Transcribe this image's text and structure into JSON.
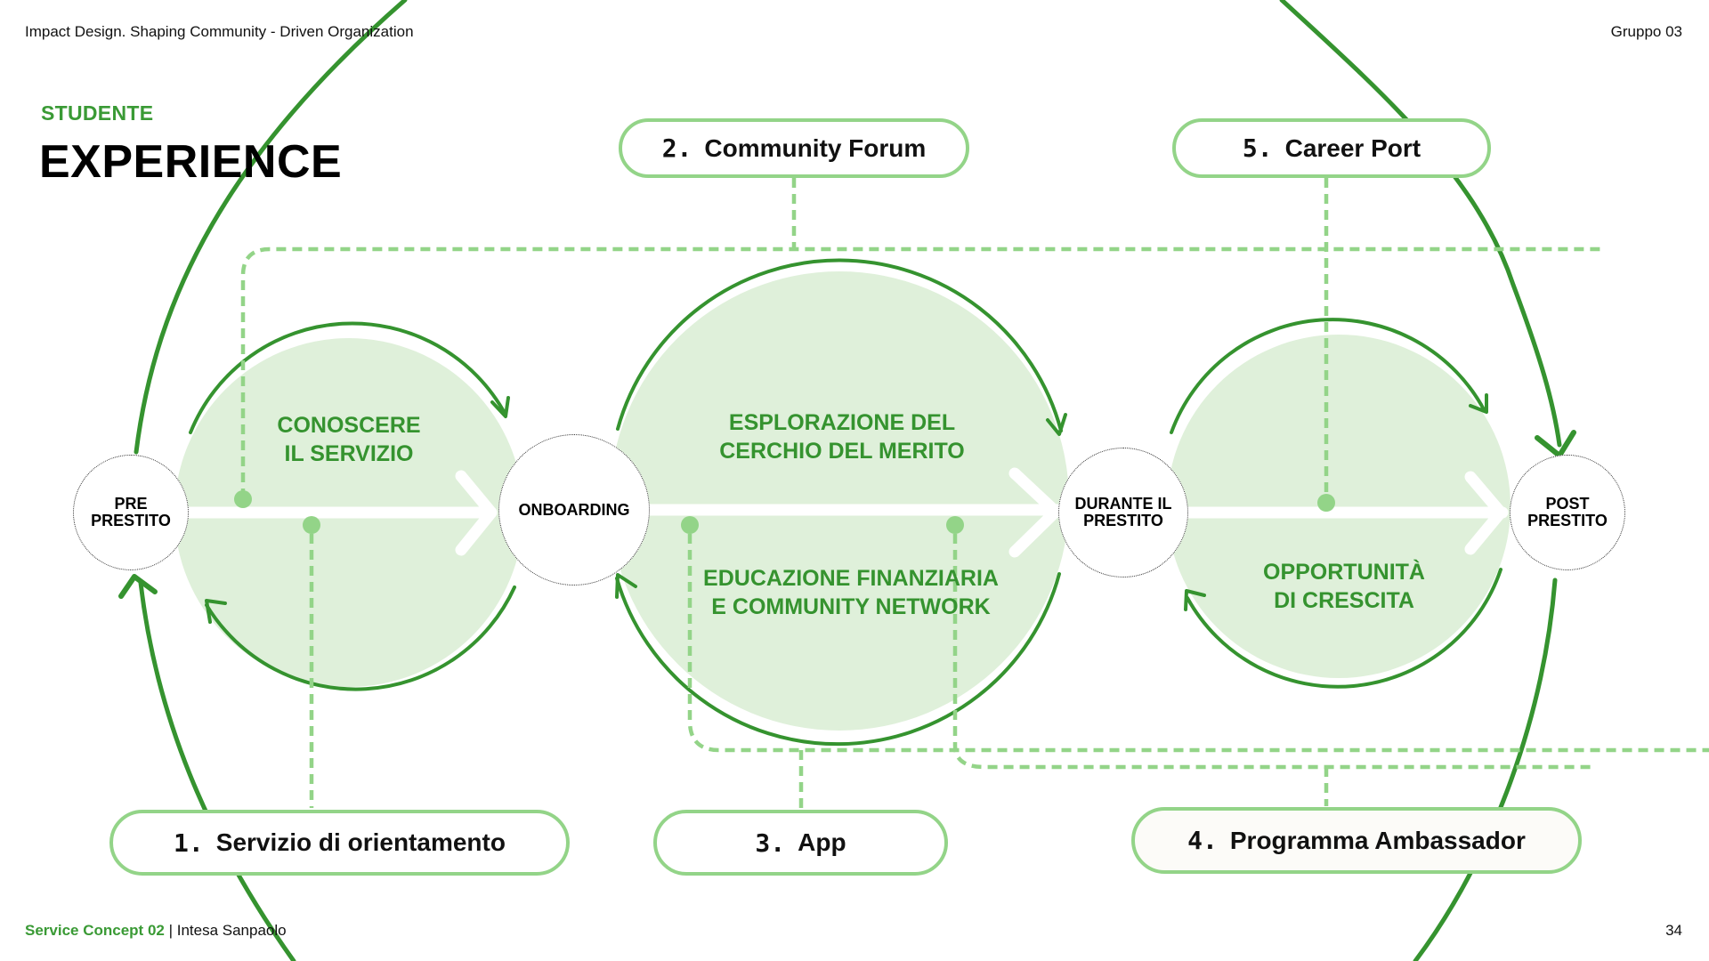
{
  "header": {
    "left_text": "Impact Design. Shaping Community - Driven Organization",
    "right_text": "Gruppo 03"
  },
  "heading": {
    "kicker": "STUDENTE",
    "title": "EXPERIENCE"
  },
  "stages": [
    {
      "id": "pre",
      "lines": [
        "PRE",
        "PRESTITO"
      ]
    },
    {
      "id": "onboarding",
      "lines": [
        "ONBOARDING"
      ]
    },
    {
      "id": "durante",
      "lines": [
        "DURANTE IL",
        "PRESTITO"
      ]
    },
    {
      "id": "post",
      "lines": [
        "POST",
        "PRESTITO"
      ]
    }
  ],
  "phases": [
    {
      "id": "conoscere",
      "lines": [
        "CONOSCERE",
        "IL SERVIZIO"
      ]
    },
    {
      "id": "esplorazione",
      "lines": [
        "ESPLORAZIONE DEL",
        "CERCHIO DEL MERITO"
      ]
    },
    {
      "id": "educazione",
      "lines": [
        "EDUCAZIONE FINANZIARIA",
        "E COMMUNITY NETWORK"
      ]
    },
    {
      "id": "opportunita",
      "lines": [
        "OPPORTUNITÀ",
        "DI CRESCITA"
      ]
    }
  ],
  "touchpoints": [
    {
      "number": "1.",
      "label": "Servizio di orientamento"
    },
    {
      "number": "2.",
      "label": "Community Forum"
    },
    {
      "number": "3.",
      "label": "App"
    },
    {
      "number": "4.",
      "label": "Programma Ambassador"
    },
    {
      "number": "5.",
      "label": "Career Port"
    }
  ],
  "footer": {
    "brand": "Service Concept 02",
    "separator": " | ",
    "company": "Intesa Sanpaolo",
    "page_number": "34"
  },
  "colors": {
    "primary_green": "#35932f",
    "light_green_fill": "#dff0da",
    "dashed_green": "#93d488",
    "text_dark": "#111111"
  }
}
